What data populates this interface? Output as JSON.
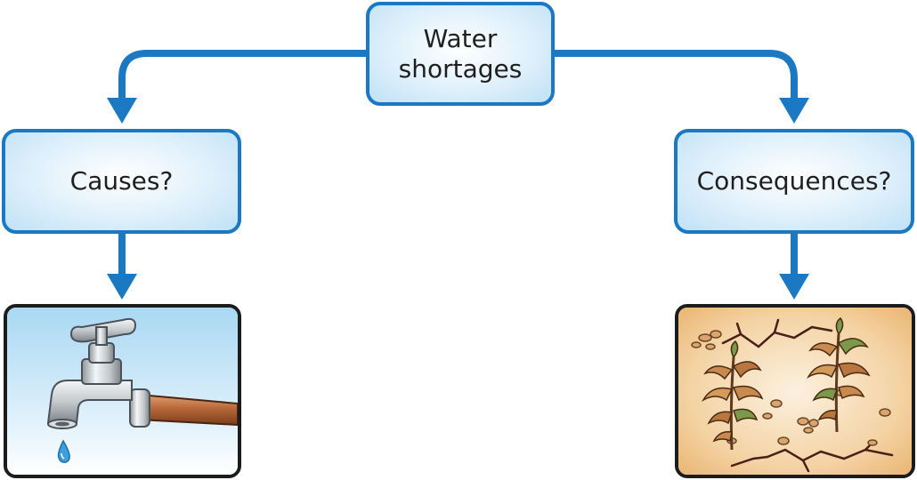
{
  "diagram": {
    "root": {
      "label": "Water\nshortages"
    },
    "branches": [
      {
        "label": "Causes?",
        "picture_icon": "dripping-faucet-icon"
      },
      {
        "label": "Consequences?",
        "picture_icon": "dried-crops-cracked-soil-icon"
      }
    ]
  },
  "colors": {
    "accent": "#1b78c2",
    "box_fill": "#dff0fb",
    "picture_border": "#1c1c1c",
    "sky": "#a9d8f3",
    "parched_soil": "#f2c994"
  }
}
